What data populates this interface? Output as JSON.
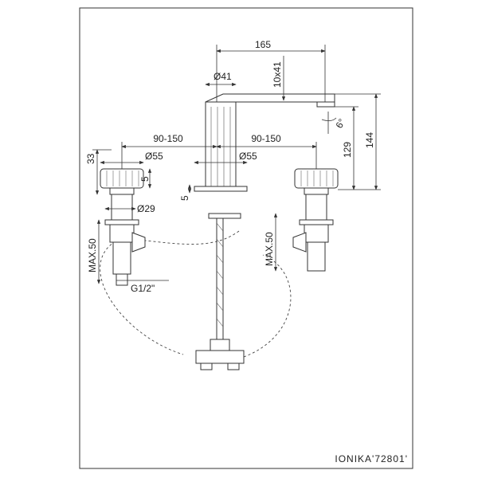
{
  "drawing": {
    "model_code": "IONIKA'72801'",
    "dimensions": {
      "spout_reach": "165",
      "spout_diameter": "Ø41",
      "outlet_size": "10x41",
      "angle": "6°",
      "left_spacing": "90-150",
      "right_spacing": "90-150",
      "handle_diameter_left": "Ø55",
      "handle_diameter_center": "Ø55",
      "handle_height": "33",
      "handle_gap": "5",
      "base_gap": "5",
      "shank_diameter": "Ø29",
      "outlet_height": "129",
      "total_height": "144",
      "max_deck_left": "MAX.50",
      "max_deck_right": "MAX.50",
      "thread": "G1/2\""
    }
  }
}
